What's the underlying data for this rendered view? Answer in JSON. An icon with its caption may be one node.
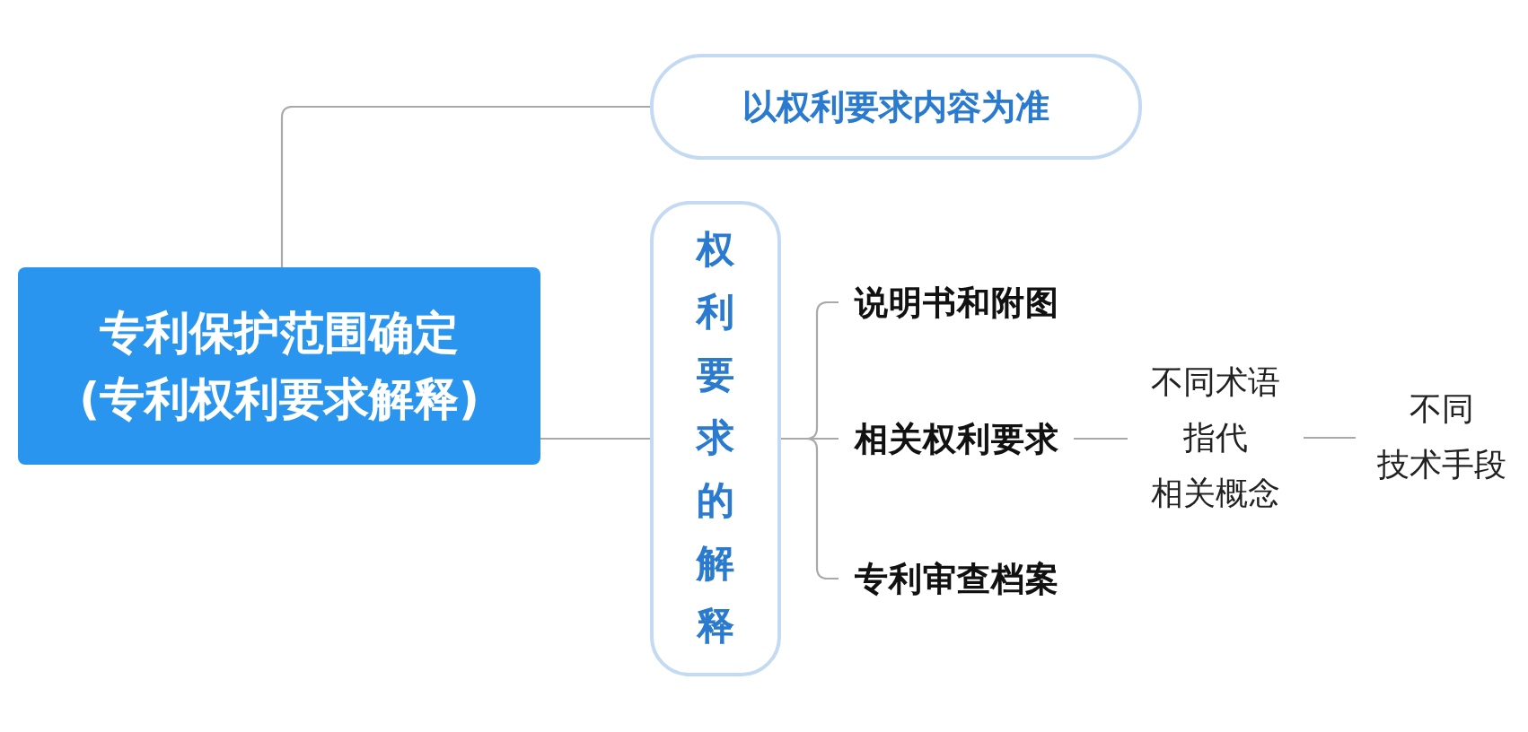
{
  "diagram": {
    "nodes": [
      {
        "text": [
          "专利保护范围确定",
          "(专利权利要求解释)"
        ]
      },
      {
        "text": [
          "以权利要求内容为准"
        ]
      },
      {
        "text": [
          "权利要求的解释"
        ]
      },
      {
        "text": [
          "说明书和附图"
        ]
      },
      {
        "text": [
          "相关权利要求"
        ]
      },
      {
        "text": [
          "专利审查档案"
        ]
      },
      {
        "text": [
          "不同术语",
          "指代",
          "相关概念"
        ]
      },
      {
        "text": [
          "不同",
          "技术手段"
        ]
      }
    ],
    "edges": [
      {
        "from": 0,
        "to": 1,
        "arrow": "none"
      },
      {
        "from": 0,
        "to": 2,
        "arrow": "none"
      },
      {
        "from": 2,
        "to": 3,
        "arrow": "none"
      },
      {
        "from": 2,
        "to": 4,
        "arrow": "none"
      },
      {
        "from": 2,
        "to": 5,
        "arrow": "none"
      },
      {
        "from": 4,
        "to": 6,
        "arrow": "none"
      },
      {
        "from": 6,
        "to": 7,
        "arrow": "none"
      }
    ]
  }
}
